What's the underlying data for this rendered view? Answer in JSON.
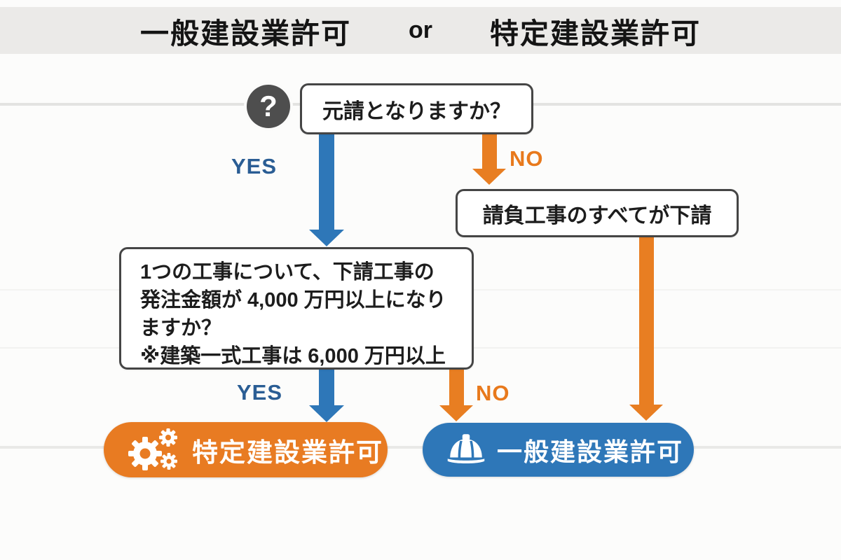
{
  "header": {
    "title_left": "一般建設業許可",
    "connector": "or",
    "title_right": "特定建設業許可"
  },
  "flow": {
    "q1": {
      "icon": "question-icon",
      "icon_glyph": "?",
      "text": "元請となりますか？"
    },
    "q1_yes_label": "YES",
    "q1_no_label": "NO",
    "subcontract_box": {
      "text": "請負工事のすべてが下請"
    },
    "q2": {
      "lines": [
        "1つの工事について、下請工事の",
        "発注金額が 4,000 万円以上になり",
        "ますか？",
        "※建築一式工事は 6,000 万円以上"
      ]
    },
    "q2_yes_label": "YES",
    "q2_no_label": "NO",
    "result_tokutei": {
      "icon": "gears-icon",
      "label": "特定建設業許可"
    },
    "result_ippan": {
      "icon": "helmet-icon",
      "label": "一般建設業許可"
    }
  },
  "colors": {
    "blue_arrow": "#2e77b8",
    "orange_arrow": "#e87e22",
    "yes_text": "#2a5d94",
    "no_text": "#e8791c",
    "pill_tokutei_bg": "#e87b22",
    "pill_ippan_bg": "#2e77b8",
    "box_border": "#454545",
    "header_bg": "#ebeae8",
    "question_circle_bg": "#4e4e4e",
    "page_bg": "#fcfcfb"
  }
}
